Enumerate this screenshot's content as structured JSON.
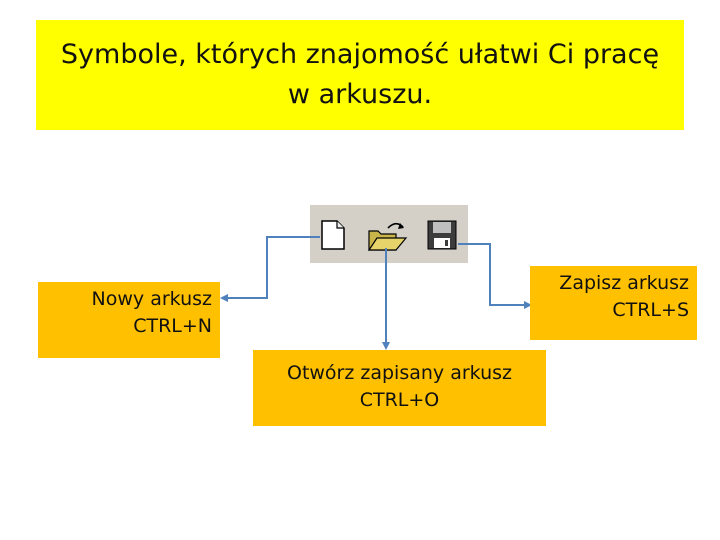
{
  "title": "Symbole, których znajomość ułatwi Ci pracę w arkuszu.",
  "items": {
    "new": {
      "label": "Nowy arkusz",
      "shortcut": "CTRL+N",
      "icon": "new-document-icon"
    },
    "open": {
      "label": "Otwórz zapisany arkusz",
      "shortcut": "CTRL+O",
      "icon": "open-folder-icon"
    },
    "save": {
      "label": "Zapisz arkusz",
      "shortcut": "CTRL+S",
      "icon": "floppy-disk-icon"
    }
  },
  "colors": {
    "title_background": "#ffff00",
    "label_background": "#ffc000",
    "connector": "#4f81bd",
    "toolbar_background": "#d4d0c8"
  }
}
